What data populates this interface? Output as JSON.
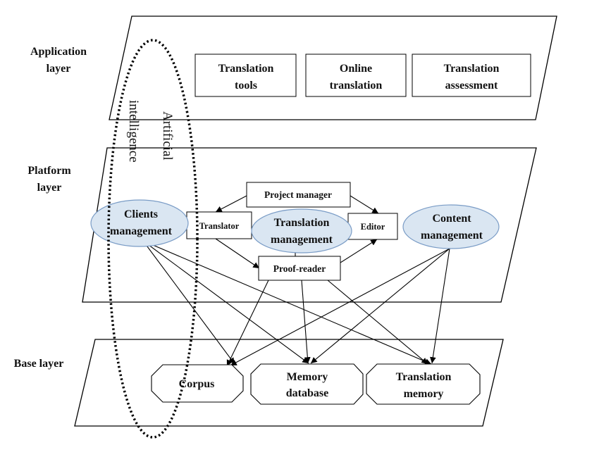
{
  "layers": {
    "application": {
      "line1": "Application",
      "line2": "layer"
    },
    "platform": {
      "line1": "Platform",
      "line2": "layer"
    },
    "base": {
      "line1": "Base layer"
    }
  },
  "application_boxes": [
    {
      "line1": "Translation",
      "line2": "tools"
    },
    {
      "line1": "Online",
      "line2": "translation"
    },
    {
      "line1": "Translation",
      "line2": "assessment"
    }
  ],
  "platform_nodes": {
    "project_manager": "Project manager",
    "translator": "Translator",
    "editor": "Editor",
    "proof_reader": "Proof-reader",
    "clients_management": {
      "line1": "Clients",
      "line2": "management"
    },
    "translation_management": {
      "line1": "Translation",
      "line2": "management"
    },
    "content_management": {
      "line1": "Content",
      "line2": "management"
    }
  },
  "base_nodes": {
    "corpus": "Corpus",
    "memory_database": {
      "line1": "Memory",
      "line2": "database"
    },
    "translation_memory": {
      "line1": "Translation",
      "line2": "memory"
    }
  },
  "artificial_intelligence": {
    "line1": "Artificial",
    "line2": "intelligence"
  },
  "colors": {
    "ellipse_fill": "#dae6f2",
    "ellipse_stroke": "#7a9cc6",
    "line": "#000000"
  }
}
